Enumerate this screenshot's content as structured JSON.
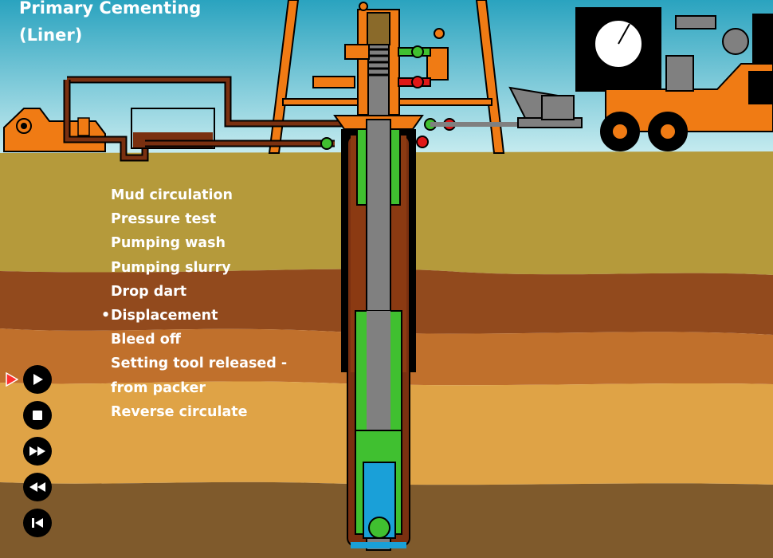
{
  "title": {
    "line1": "Primary Cementing",
    "line2": "(Liner)"
  },
  "steps": [
    {
      "label": "Mud circulation",
      "active": false
    },
    {
      "label": "Pressure test",
      "active": false
    },
    {
      "label": "Pumping wash",
      "active": false
    },
    {
      "label": "Pumping slurry",
      "active": false
    },
    {
      "label": "Drop dart",
      "active": false
    },
    {
      "label": "Displacement",
      "active": true
    },
    {
      "label": "Bleed off",
      "active": false
    },
    {
      "label": "Setting tool released -",
      "active": false
    },
    {
      "label": " from packer",
      "active": false
    },
    {
      "label": "Reverse circulate",
      "active": false
    }
  ],
  "bullet": "•",
  "controls": [
    {
      "name": "play-button",
      "icon": "play-icon"
    },
    {
      "name": "stop-button",
      "icon": "stop-icon"
    },
    {
      "name": "fast-forward-button",
      "icon": "fast-forward-icon"
    },
    {
      "name": "rewind-button",
      "icon": "rewind-icon"
    },
    {
      "name": "skip-to-start-button",
      "icon": "skip-to-start-icon"
    }
  ],
  "colors": {
    "sky": "#b0e0e8",
    "ground_top": "#b79b3a",
    "rock_brown": "#904a1c",
    "rock_orange": "#c5742c",
    "sand": "#e0a444",
    "deep": "#7f5a2a",
    "orange": "#f07b14",
    "green": "#40c030",
    "red": "#e01818",
    "blue": "#1aa0d8",
    "steel": "#808080",
    "mud": "#7a3010"
  }
}
